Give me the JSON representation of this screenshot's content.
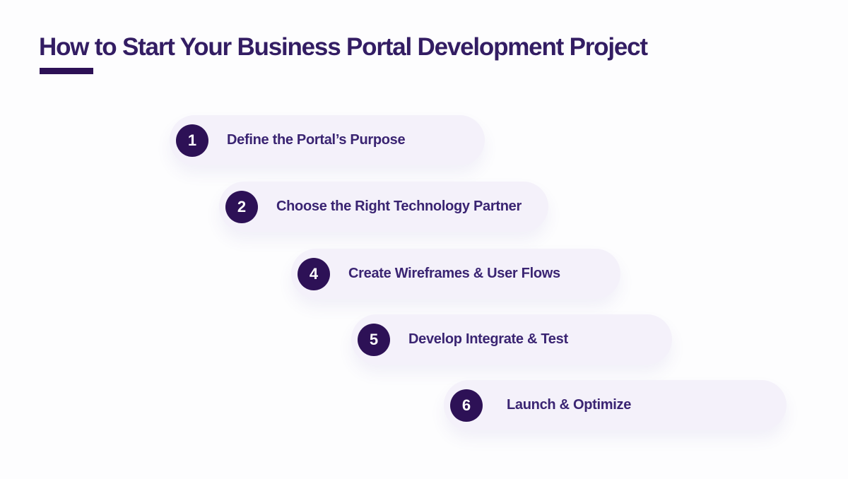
{
  "title": {
    "text": "How to Start Your Business Portal Development Project"
  },
  "steps": [
    {
      "number": "1",
      "label": "Define the Portal’s Purpose"
    },
    {
      "number": "2",
      "label": "Choose the Right Technology Partner"
    },
    {
      "number": "4",
      "label": "Create Wireframes & User Flows"
    },
    {
      "number": "5",
      "label": "Develop Integrate & Test"
    },
    {
      "number": "6",
      "label": "Launch & Optimize"
    }
  ],
  "colors": {
    "background": "#fdfdfe",
    "title_text": "#331d63",
    "underline": "#2d1156",
    "badge_background": "#2d1156",
    "badge_number": "#ffffff",
    "pill_background": "#f4f1fa",
    "pill_text": "#3a2472"
  }
}
